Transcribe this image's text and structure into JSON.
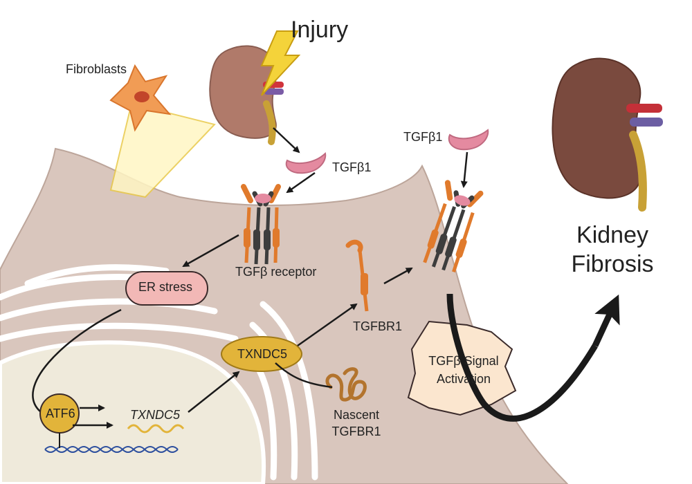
{
  "labels": {
    "injury": "Injury",
    "fibroblasts": "Fibroblasts",
    "tgfb1_left": "TGFβ1",
    "tgfb1_right": "TGFβ1",
    "receptor": "TGFβ receptor",
    "er_stress": "ER stress",
    "tgfbr1": "TGFBR1",
    "txndc5": "TXNDC5",
    "atf6": "ATF6",
    "txndc5_gene": "TXNDC5",
    "nascent_line1": "Nascent",
    "nascent_line2": "TGFBR1",
    "signal_line1": "TGFβ Signal",
    "signal_line2": "Activation",
    "kidney_fibrosis_line1": "Kidney",
    "kidney_fibrosis_line2": "Fibrosis"
  },
  "colors": {
    "cell": "#d9c6bd",
    "cell_stroke": "#b8a096",
    "nucleus": "#efeadb",
    "er_membrane": "#ffffff",
    "er_stress_fill": "#f2b8b6",
    "txndc5_fill": "#e2b43a",
    "signal_fill": "#fbe6cf",
    "tgf_ligand": "#e48aa0",
    "receptor_orange": "#e07a2c",
    "receptor_dark": "#3d3d3d",
    "healthy_kidney": "#b07a6a",
    "fibrotic_kidney": "#7a4a3e",
    "fibroblast": "#f0964a",
    "arrow": "#1a1a1a",
    "dna_blue": "#2d4f9e"
  }
}
